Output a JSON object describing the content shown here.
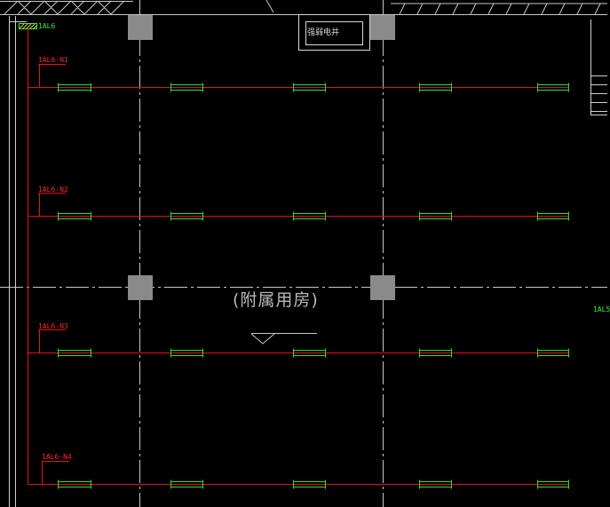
{
  "drawing": {
    "panel_label": "1AL6",
    "side_label": "1AL5",
    "room_label": "(附属用房)",
    "shaft_label": "强弱电井",
    "circuits": [
      "1AL6-N1",
      "1AL6-N2",
      "1AL6-N3",
      "1AL6-N4"
    ]
  },
  "colors": {
    "background": "#000000",
    "circuit_wire": "#e8101a",
    "fixture": "#2fe02f",
    "grid_line": "#c8c8c8",
    "column": "#8a8a8a",
    "label_red": "#ff2a2a",
    "label_green": "#3cf03c",
    "room_text": "#b8b8b8"
  }
}
